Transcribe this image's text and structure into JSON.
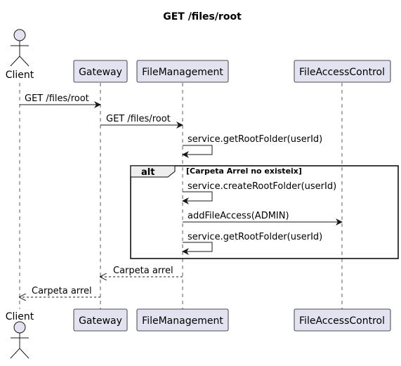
{
  "title": "GET /files/root",
  "participants": [
    {
      "id": "client",
      "label": "Client",
      "kind": "actor"
    },
    {
      "id": "gateway",
      "label": "Gateway",
      "kind": "participant"
    },
    {
      "id": "fm",
      "label": "FileManagement",
      "kind": "participant"
    },
    {
      "id": "fac",
      "label": "FileAccessControl",
      "kind": "participant"
    }
  ],
  "messages": [
    {
      "from": "client",
      "to": "gateway",
      "label": "GET /files/root",
      "style": "solid"
    },
    {
      "from": "gateway",
      "to": "fm",
      "label": "GET /files/root",
      "style": "solid"
    },
    {
      "from": "fm",
      "to": "fm",
      "label": "service.getRootFolder(userId)",
      "style": "solid"
    },
    {
      "from": "fm",
      "to": "fm",
      "label": "service.createRootFolder(userId)",
      "style": "solid"
    },
    {
      "from": "fm",
      "to": "fac",
      "label": "addFileAccess(ADMIN)",
      "style": "solid"
    },
    {
      "from": "fm",
      "to": "fm",
      "label": "service.getRootFolder(userId)",
      "style": "solid"
    },
    {
      "from": "fm",
      "to": "gateway",
      "label": "Carpeta arrel",
      "style": "dashed"
    },
    {
      "from": "gateway",
      "to": "client",
      "label": "Carpeta arrel",
      "style": "dashed"
    }
  ],
  "fragment": {
    "type": "alt",
    "guard": "[Carpeta Arrel no existeix]"
  },
  "colors": {
    "participant_fill": "#E2E2F0",
    "line": "#181818"
  }
}
